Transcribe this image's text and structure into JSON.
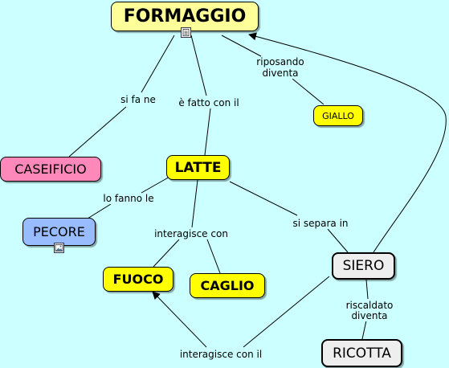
{
  "nodes": {
    "formaggio": "FORMAGGIO",
    "caseificio": "CASEIFICIO",
    "latte": "LATTE",
    "giallo": "GIALLO",
    "pecore": "PECORE",
    "fuoco": "FUOCO",
    "caglio": "CAGLIO",
    "siero": "SIERO",
    "ricotta": "RICOTTA"
  },
  "links": {
    "si_fa_ne": "si fa ne",
    "e_fatto_con_il": "è fatto con il",
    "riposando_diventa_1": "riposando",
    "riposando_diventa_2": "diventa",
    "lo_fanno_le": "lo fanno le",
    "interagisce_con": "interagisce con",
    "si_separa_in": "si separa in",
    "riscaldato_diventa_1": "riscaldato",
    "riscaldato_diventa_2": "diventa",
    "interagisce_con_il": "interagisce con il"
  },
  "icons": {
    "formaggio_resource": "document-icon",
    "pecore_resource": "image-icon"
  },
  "colors": {
    "background": "#ccffff",
    "yellow": "#ffff00",
    "pale_yellow": "#ffff99",
    "pink": "#ff88bb",
    "blue": "#99bbff",
    "grey": "#eeeeee"
  }
}
